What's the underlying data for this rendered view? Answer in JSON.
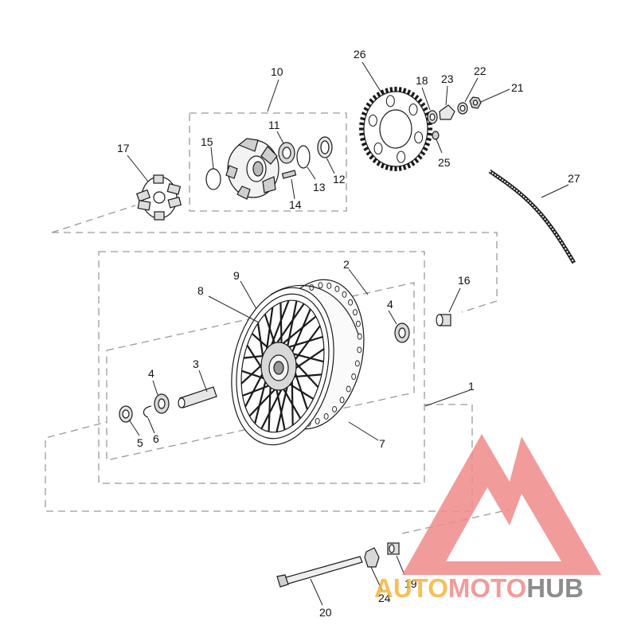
{
  "diagram": {
    "callouts": {
      "c1": "1",
      "c2": "2",
      "c3": "3",
      "c4a": "4",
      "c4b": "4",
      "c5": "5",
      "c6": "6",
      "c7": "7",
      "c8": "8",
      "c9": "9",
      "c10": "10",
      "c11": "11",
      "c12": "12",
      "c13": "13",
      "c14": "14",
      "c15": "15",
      "c16": "16",
      "c17": "17",
      "c18": "18",
      "c19": "19",
      "c20": "20",
      "c21": "21",
      "c22": "22",
      "c23": "23",
      "c24": "24",
      "c25": "25",
      "c26": "26",
      "c27": "27"
    }
  },
  "watermark": {
    "word_auto": "AUTO",
    "word_moto": "MOTO",
    "word_hub": "HUB",
    "color_logo": "#f08a8a",
    "color_auto": "#f4b43c",
    "color_moto": "#f08a8a",
    "color_hub": "#7a7a7a"
  }
}
